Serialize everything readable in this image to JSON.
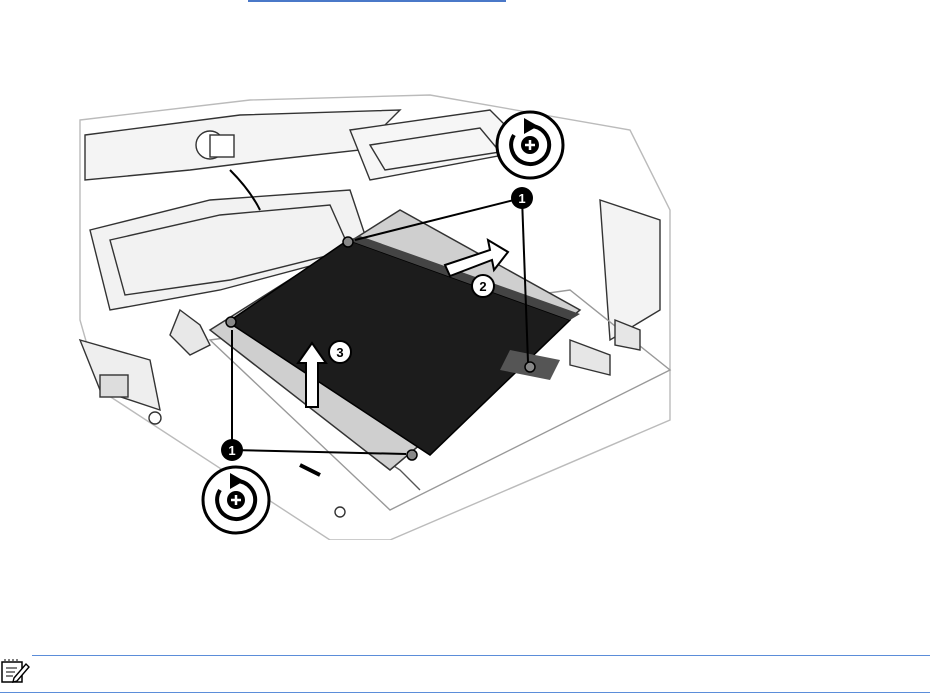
{
  "document": {
    "note_text": ""
  },
  "figure": {
    "callouts": {
      "screws": "1",
      "slide": "2",
      "lift": "3"
    },
    "icons": {
      "top_rotate": "rotate-counterclockwise-screw-icon",
      "bottom_rotate": "rotate-counterclockwise-screw-icon",
      "note": "note-pencil-icon"
    },
    "colors": {
      "drive": "#1c1c1c",
      "link": "#4a78c8",
      "rule": "#5b8dd9"
    }
  }
}
